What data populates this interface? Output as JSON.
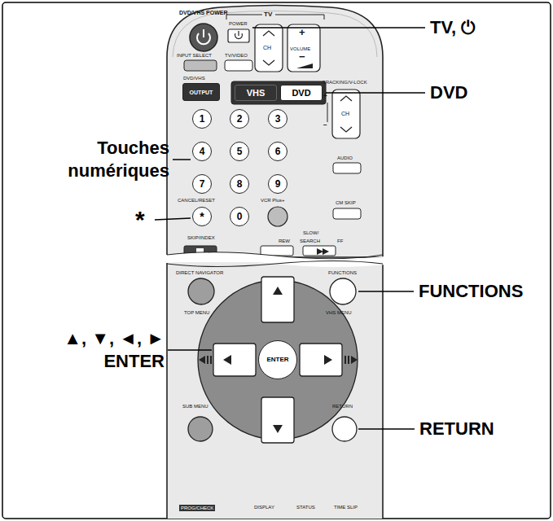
{
  "diagram": {
    "nodes": [
      {
        "text": [
          "OUTPUT"
        ]
      },
      {
        "text": [
          "VHS"
        ]
      },
      {
        "text": [
          "DVD"
        ]
      },
      {
        "text": [
          "1"
        ]
      },
      {
        "text": [
          "2"
        ]
      },
      {
        "text": [
          "3"
        ]
      },
      {
        "text": [
          "4"
        ]
      },
      {
        "text": [
          "5"
        ]
      },
      {
        "text": [
          "6"
        ]
      },
      {
        "text": [
          "7"
        ]
      },
      {
        "text": [
          "8"
        ]
      },
      {
        "text": [
          "9"
        ]
      },
      {
        "text": [
          "*"
        ]
      },
      {
        "text": [
          "0"
        ]
      },
      {
        "text": [
          "ENTER"
        ]
      }
    ],
    "labels": [
      "DVD/VHS POWER",
      "TV",
      "POWER",
      "CH",
      "VOLUME",
      "+",
      "−",
      "INPUT SELECT",
      "TV/VIDEO",
      "DVD/VHS",
      "TRACKING/V-LOCK",
      "CH",
      "+",
      "−",
      "AUDIO",
      "CANCEL/RESET",
      "VCR Plus+",
      "CM SKIP",
      "SKIP/INDEX",
      "SLOW/",
      "REW",
      "SEARCH",
      "FF",
      "DIRECT NAVIGATOR",
      "FUNCTIONS",
      "TOP MENU",
      "VHS MENU",
      "SUB MENU",
      "RETURN",
      "PROG/CHECK",
      "DISPLAY",
      "STATUS",
      "TIME SLIP",
      "TV, ⏻",
      "DVD",
      "Touches numériques",
      "*",
      "FUNCTIONS",
      "▲, ▼, ◄, ► ENTER",
      "RETURN"
    ]
  }
}
